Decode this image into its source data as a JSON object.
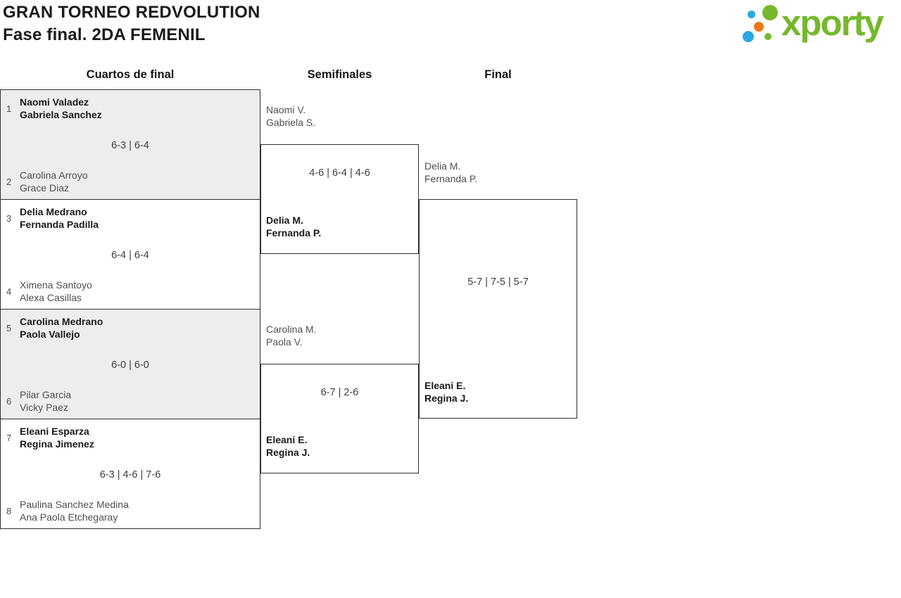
{
  "header": {
    "title_line1": "GRAN TORNEO REDVOLUTION",
    "title_line2": "Fase final. 2DA FEMENIL",
    "logo_text": "xporty"
  },
  "columns": [
    {
      "label": "Cuartos de final"
    },
    {
      "label": "Semifinales"
    },
    {
      "label": "Final"
    }
  ],
  "colors": {
    "brand_green": "#76b82d",
    "brand_blue": "#29a9e1",
    "brand_orange": "#e87a16",
    "match_shade": "#ededed",
    "border": "#303030",
    "winner_text": "#1a1a1a",
    "loser_text": "#4f4f4f"
  },
  "bracket": {
    "quarterfinals": [
      {
        "seed_top": "1",
        "team_top": [
          "Naomi Valadez",
          "Gabriela Sanchez"
        ],
        "top_winner": true,
        "score": "6-3 | 6-4",
        "seed_bottom": "2",
        "team_bottom": [
          "Carolina Arroyo",
          "Grace Diaz"
        ],
        "bottom_winner": false
      },
      {
        "seed_top": "3",
        "team_top": [
          "Delia Medrano",
          "Fernanda Padilla"
        ],
        "top_winner": true,
        "score": "6-4 | 6-4",
        "seed_bottom": "4",
        "team_bottom": [
          "Ximena Santoyo",
          "Alexa Casillas"
        ],
        "bottom_winner": false
      },
      {
        "seed_top": "5",
        "team_top": [
          "Carolina Medrano",
          "Paola Vallejo"
        ],
        "top_winner": true,
        "score": "6-0 | 6-0",
        "seed_bottom": "6",
        "team_bottom": [
          "Pilar Garcia",
          "Vicky Paez"
        ],
        "bottom_winner": false
      },
      {
        "seed_top": "7",
        "team_top": [
          "Eleani Esparza",
          "Regina Jimenez"
        ],
        "top_winner": true,
        "score": "6-3 | 4-6 | 7-6",
        "seed_bottom": "8",
        "team_bottom": [
          "Paulina Sanchez Medina",
          "Ana Paola Etchegaray"
        ],
        "bottom_winner": false
      }
    ],
    "semifinals": [
      {
        "team_top": [
          "Naomi V.",
          "Gabriela S."
        ],
        "top_winner": false,
        "score": "4-6 | 6-4 | 4-6",
        "team_bottom": [
          "Delia M.",
          "Fernanda P."
        ],
        "bottom_winner": true
      },
      {
        "team_top": [
          "Carolina M.",
          "Paola V."
        ],
        "top_winner": false,
        "score": "6-7 | 2-6",
        "team_bottom": [
          "Eleani E.",
          "Regina J."
        ],
        "bottom_winner": true
      }
    ],
    "final": {
      "team_top": [
        "Delia M.",
        "Fernanda P."
      ],
      "top_winner": false,
      "score": "5-7 | 7-5 | 5-7",
      "team_bottom": [
        "Eleani E.",
        "Regina J."
      ],
      "bottom_winner": true
    }
  }
}
